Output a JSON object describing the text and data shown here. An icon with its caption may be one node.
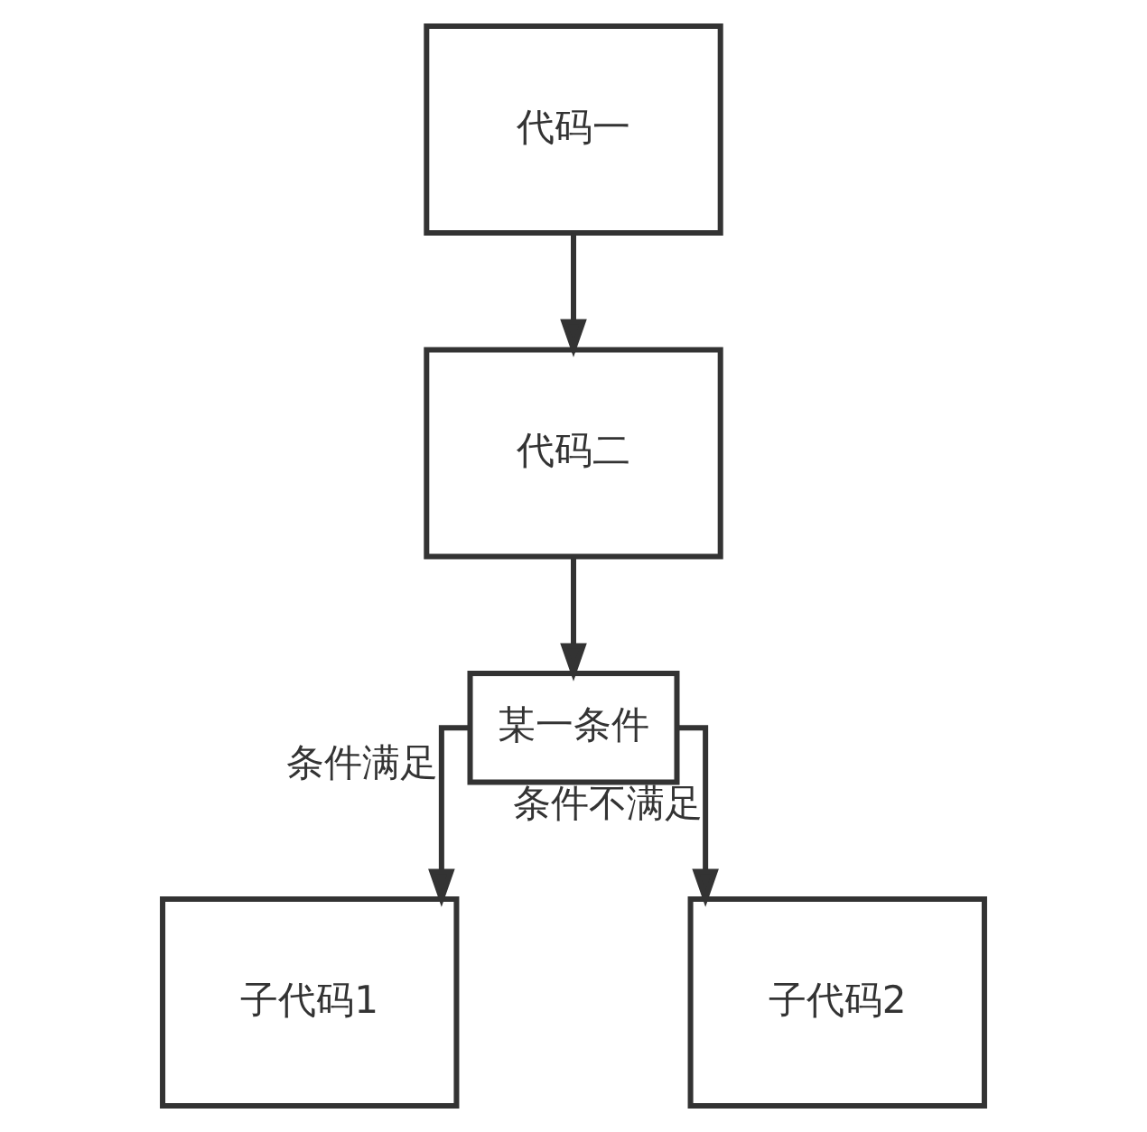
{
  "diagram": {
    "nodes": [
      {
        "text": [
          "代码一"
        ]
      },
      {
        "text": [
          "代码二"
        ]
      },
      {
        "text": [
          "某一条件"
        ]
      },
      {
        "text": [
          "子代码1"
        ]
      },
      {
        "text": [
          "子代码2"
        ]
      }
    ],
    "edges": [
      {
        "from": 0,
        "to": 1,
        "arrow": "to"
      },
      {
        "from": 1,
        "to": 2,
        "arrow": "to"
      },
      {
        "from": 2,
        "to": 3,
        "arrow": "to",
        "label": "条件满足"
      },
      {
        "from": 2,
        "to": 4,
        "arrow": "to",
        "label": "条件不满足"
      }
    ]
  }
}
